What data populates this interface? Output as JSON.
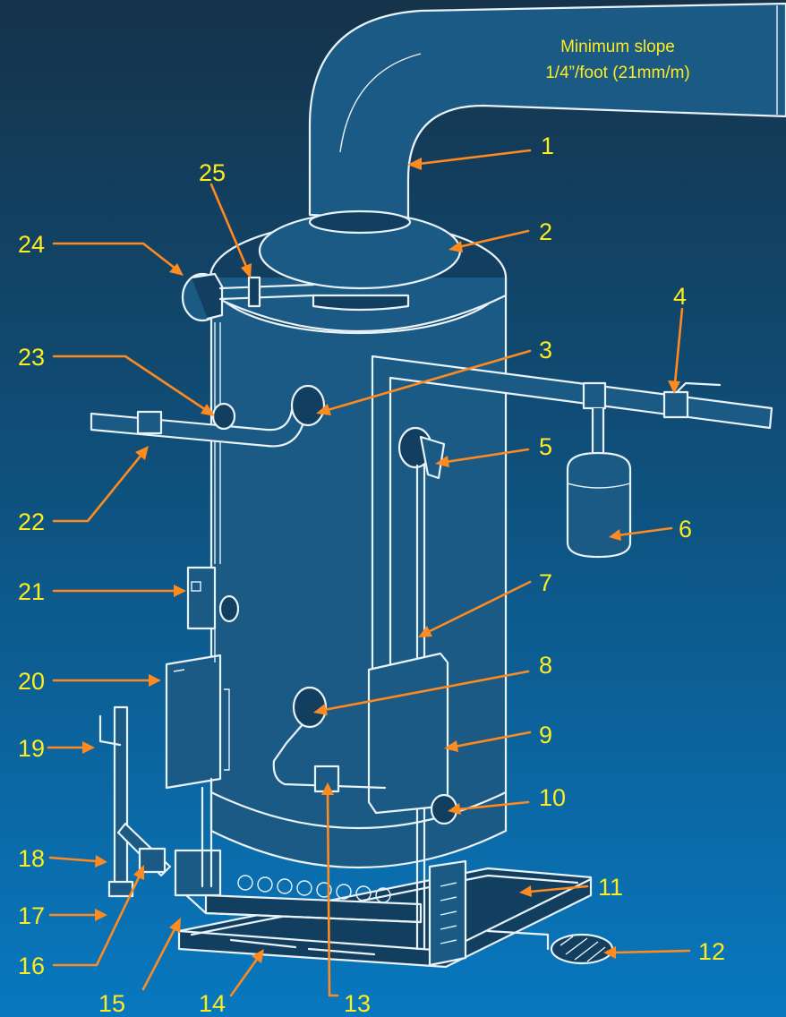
{
  "note": {
    "line1": "Minimum slope",
    "line2": "1/4”/foot (21mm/m)"
  },
  "callouts": [
    {
      "n": "1"
    },
    {
      "n": "2"
    },
    {
      "n": "3"
    },
    {
      "n": "4"
    },
    {
      "n": "5"
    },
    {
      "n": "6"
    },
    {
      "n": "7"
    },
    {
      "n": "8"
    },
    {
      "n": "9"
    },
    {
      "n": "10"
    },
    {
      "n": "11"
    },
    {
      "n": "12"
    },
    {
      "n": "13"
    },
    {
      "n": "14"
    },
    {
      "n": "15"
    },
    {
      "n": "16"
    },
    {
      "n": "17"
    },
    {
      "n": "18"
    },
    {
      "n": "19"
    },
    {
      "n": "20"
    },
    {
      "n": "21"
    },
    {
      "n": "22"
    },
    {
      "n": "23"
    },
    {
      "n": "24"
    },
    {
      "n": "25"
    }
  ],
  "colors": {
    "label": "#ffec1f",
    "leader": "#ff8a1f",
    "linework": "#e9f2f8",
    "background_top": "#15334a",
    "background_bottom": "#0878bf"
  }
}
